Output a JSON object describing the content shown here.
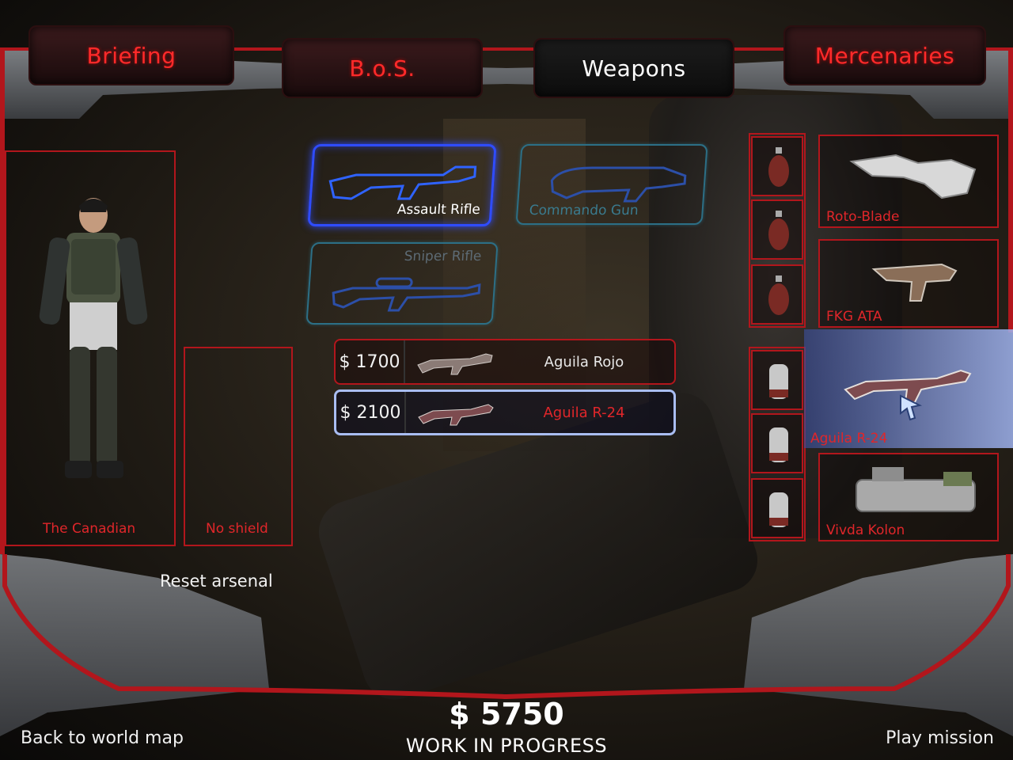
{
  "tabs": [
    {
      "label": "Briefing",
      "active": false
    },
    {
      "label": "B.o.S.",
      "active": false
    },
    {
      "label": "Weapons",
      "active": true
    },
    {
      "label": "Mercenaries",
      "active": false
    }
  ],
  "character": {
    "name": "The Canadian",
    "shield": "No shield"
  },
  "weapon_classes": [
    {
      "label": "Assault Rifle",
      "selected": true
    },
    {
      "label": "Commando Gun",
      "selected": false
    },
    {
      "label": "Sniper Rifle",
      "selected": false
    }
  ],
  "offers": [
    {
      "price": "$ 1700",
      "name": "Aguila Rojo",
      "selected": false
    },
    {
      "price": "$ 2100",
      "name": "Aguila R-24",
      "selected": true
    }
  ],
  "right_weapons": [
    {
      "label": "Roto-Blade",
      "icon": "roto-blade-icon"
    },
    {
      "label": "FKG ATA",
      "icon": "pistol-icon"
    },
    {
      "label": "Aguila R-24",
      "icon": "assault-rifle-icon",
      "highlighted": true
    },
    {
      "label": "Vivda Kolon",
      "icon": "heavy-gun-icon"
    }
  ],
  "slots": {
    "grenades": [
      "frag-grenade-icon",
      "frag-grenade-icon",
      "frag-grenade-icon"
    ],
    "canisters": [
      "canister-grenade-icon",
      "canister-grenade-icon",
      "canister-grenade-icon"
    ]
  },
  "actions": {
    "reset": "Reset arsenal",
    "back": "Back to world map",
    "play": "Play mission"
  },
  "status": {
    "money": "$ 5750",
    "label": "WORK IN PROGRESS"
  },
  "colors": {
    "accent_red": "#b2161c",
    "selection_blue": "#2f4cff",
    "text_red": "#e0262a"
  }
}
